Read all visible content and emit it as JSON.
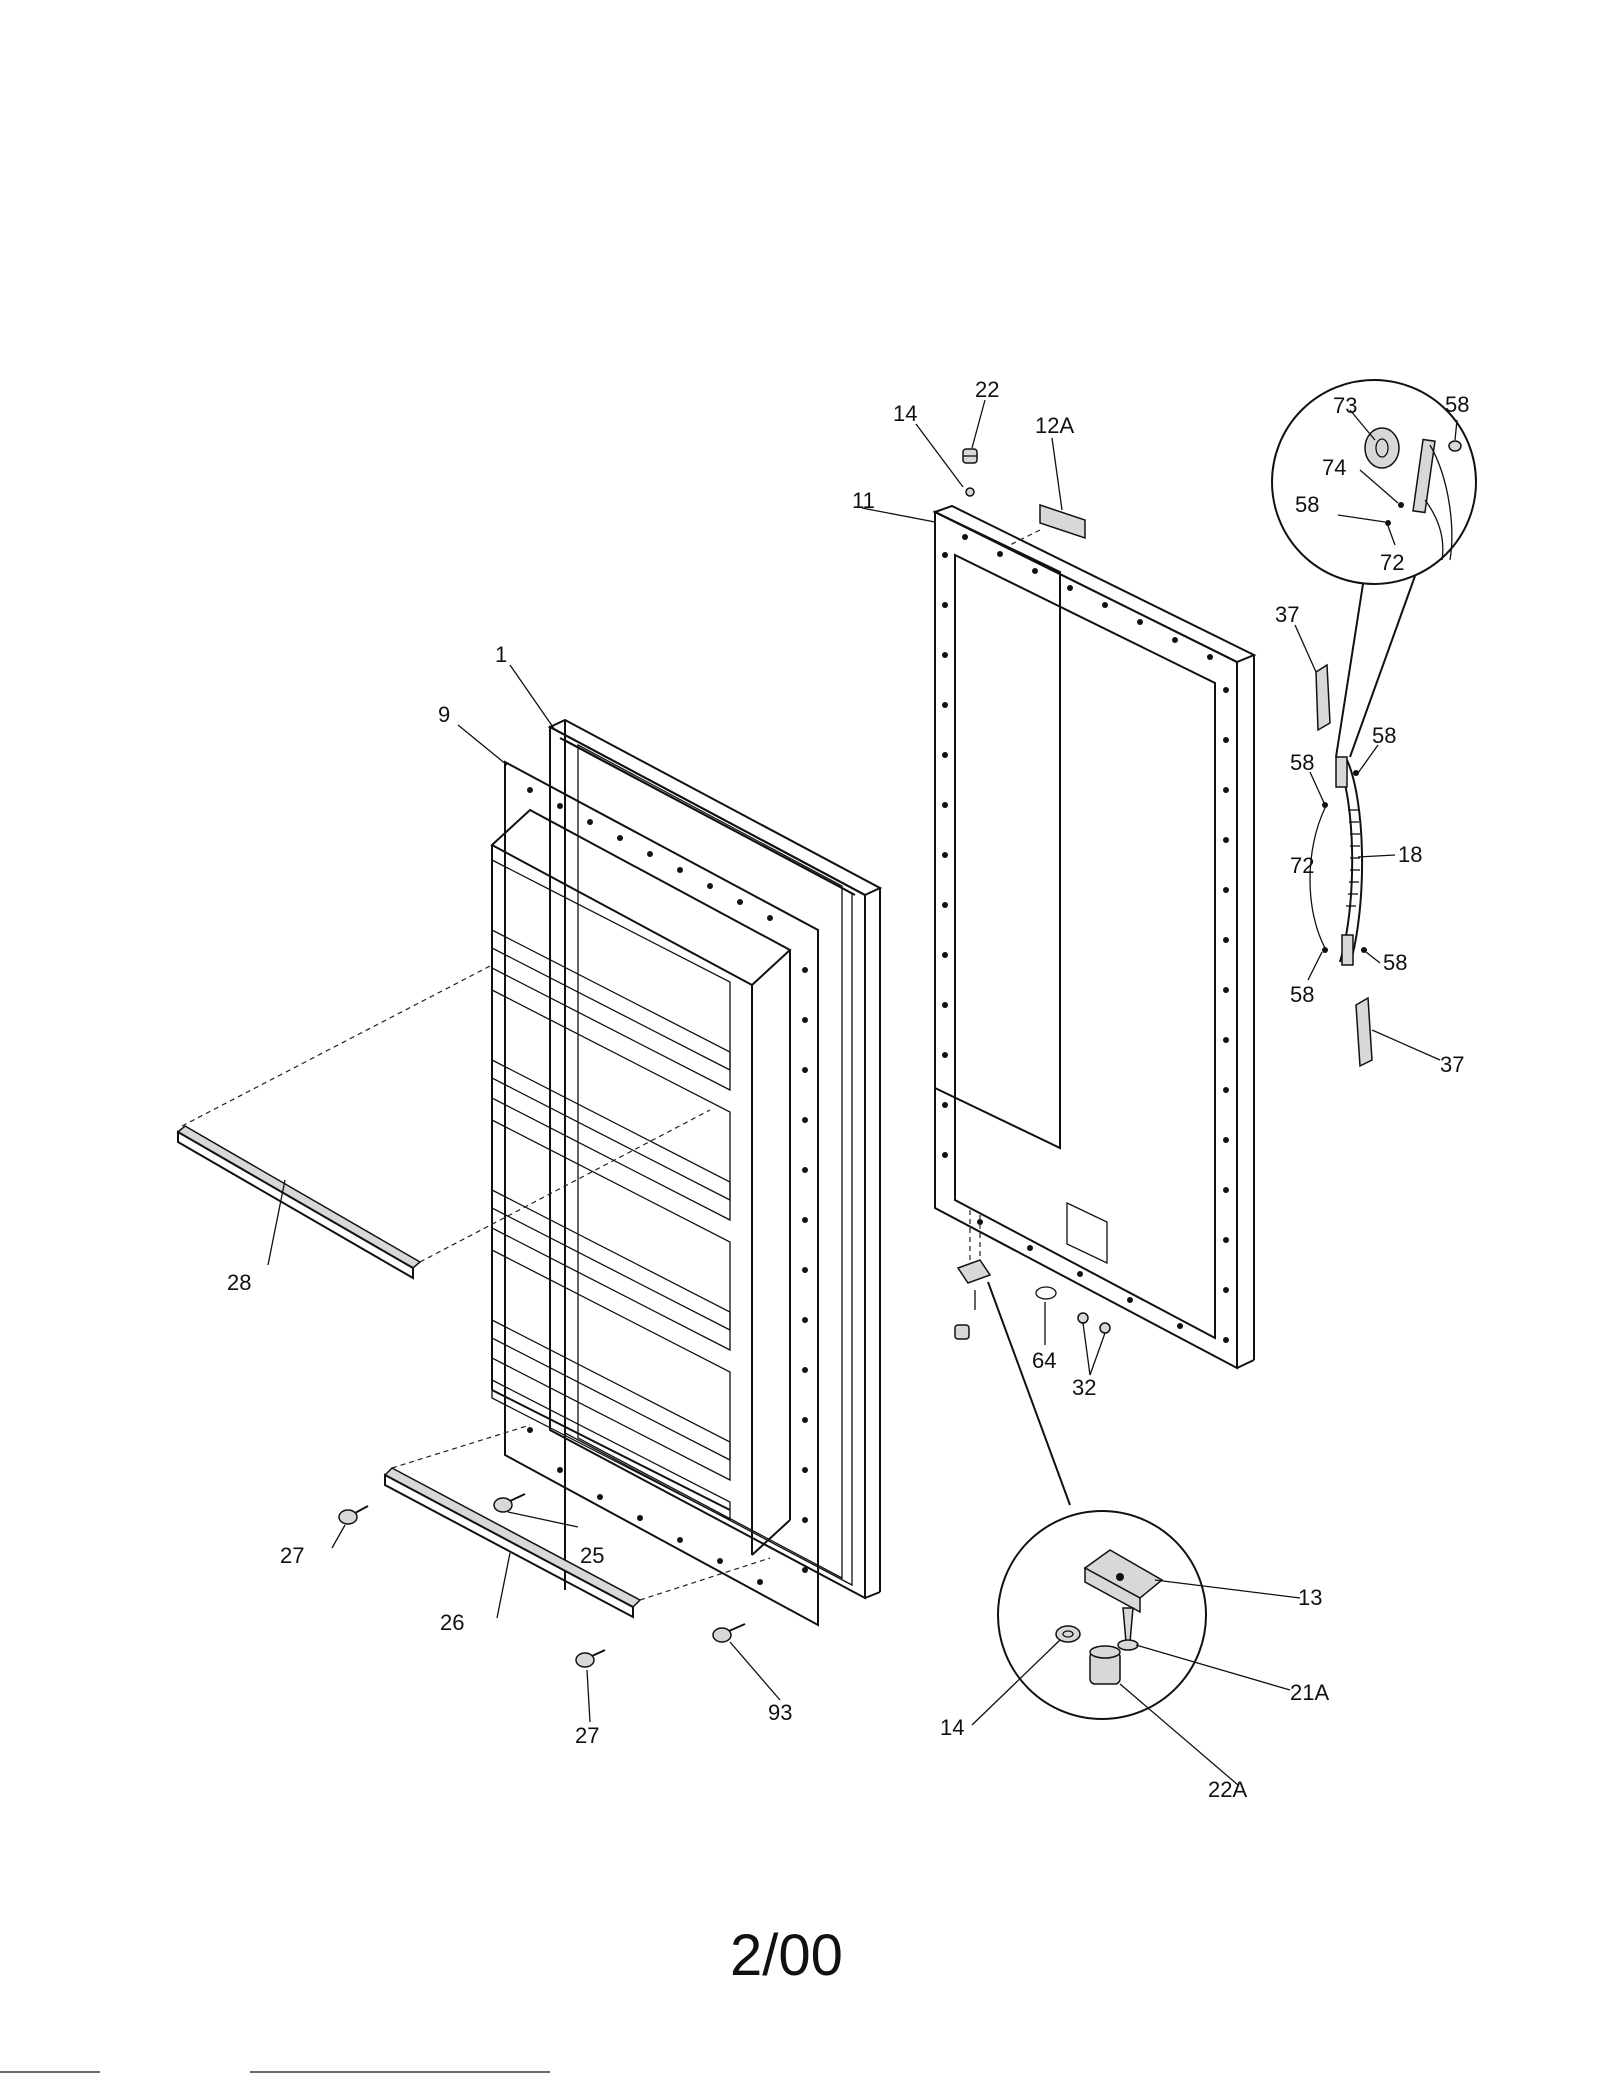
{
  "labels": {
    "door_panel": "1",
    "door_liner": "9",
    "gasket": "11",
    "label_12a": "12A",
    "top_washer": "14",
    "top_bushing": "22",
    "handle_end_cap_top": "37",
    "handle_end_cap_bottom": "37",
    "handle": "18",
    "screw_top_left": "58",
    "screw_top_right": "58",
    "screw_bottom_left": "58",
    "screw_bottom_right": "58",
    "spacer_left": "72",
    "detail_top_insert": "73",
    "detail_top_screw_right": "58",
    "detail_top_spacer_74": "74",
    "detail_top_screw_left": "58",
    "detail_top_spacer_72": "72",
    "shelf_rail_upper": "28",
    "shelf_rail_lower": "26",
    "fastener_left": "27",
    "fastener_bottom": "27",
    "screw_25": "25",
    "screw_93": "93",
    "gasket_part_64": "64",
    "nuts_32": "32",
    "detail_bracket": "13",
    "detail_washer": "14",
    "detail_screw": "21A",
    "detail_bushing": "22A"
  },
  "footer": {
    "date": "2/00"
  }
}
